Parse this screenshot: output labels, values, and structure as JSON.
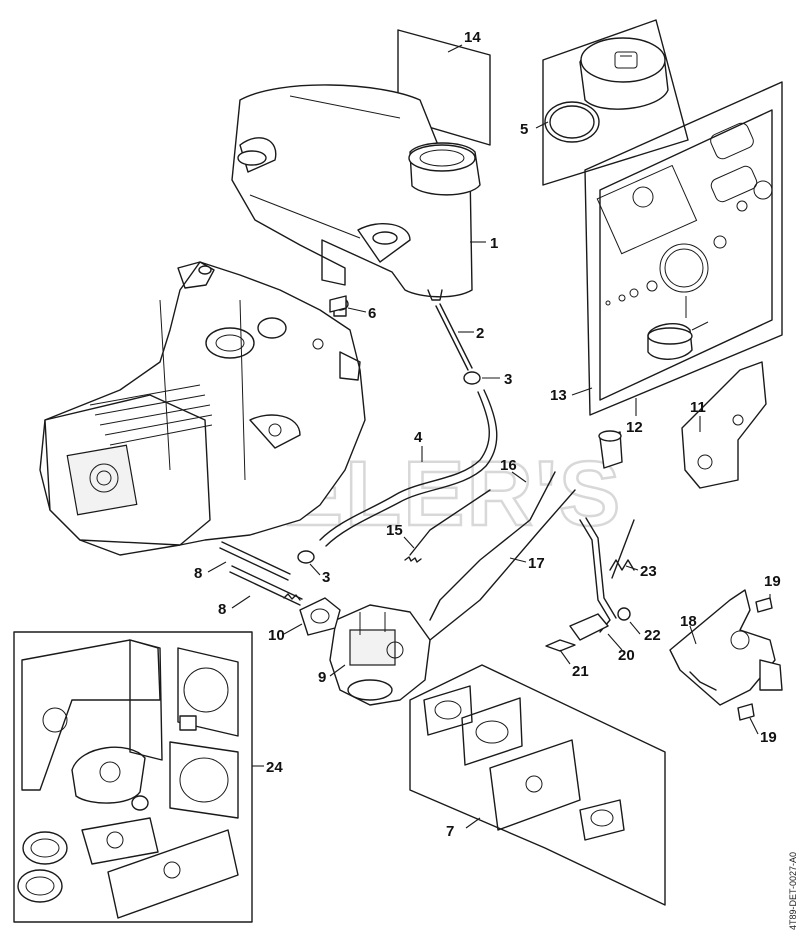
{
  "diagram": {
    "watermark": "JUELER'S",
    "reference_code": "4T89-DET-0027-A0",
    "callouts": [
      "14",
      "5",
      "1",
      "6",
      "2",
      "3",
      "13",
      "12",
      "11",
      "4",
      "16",
      "15",
      "17",
      "23",
      "3",
      "8",
      "8",
      "10",
      "19",
      "9",
      "18",
      "22",
      "21",
      "20",
      "19",
      "24",
      "7"
    ]
  }
}
